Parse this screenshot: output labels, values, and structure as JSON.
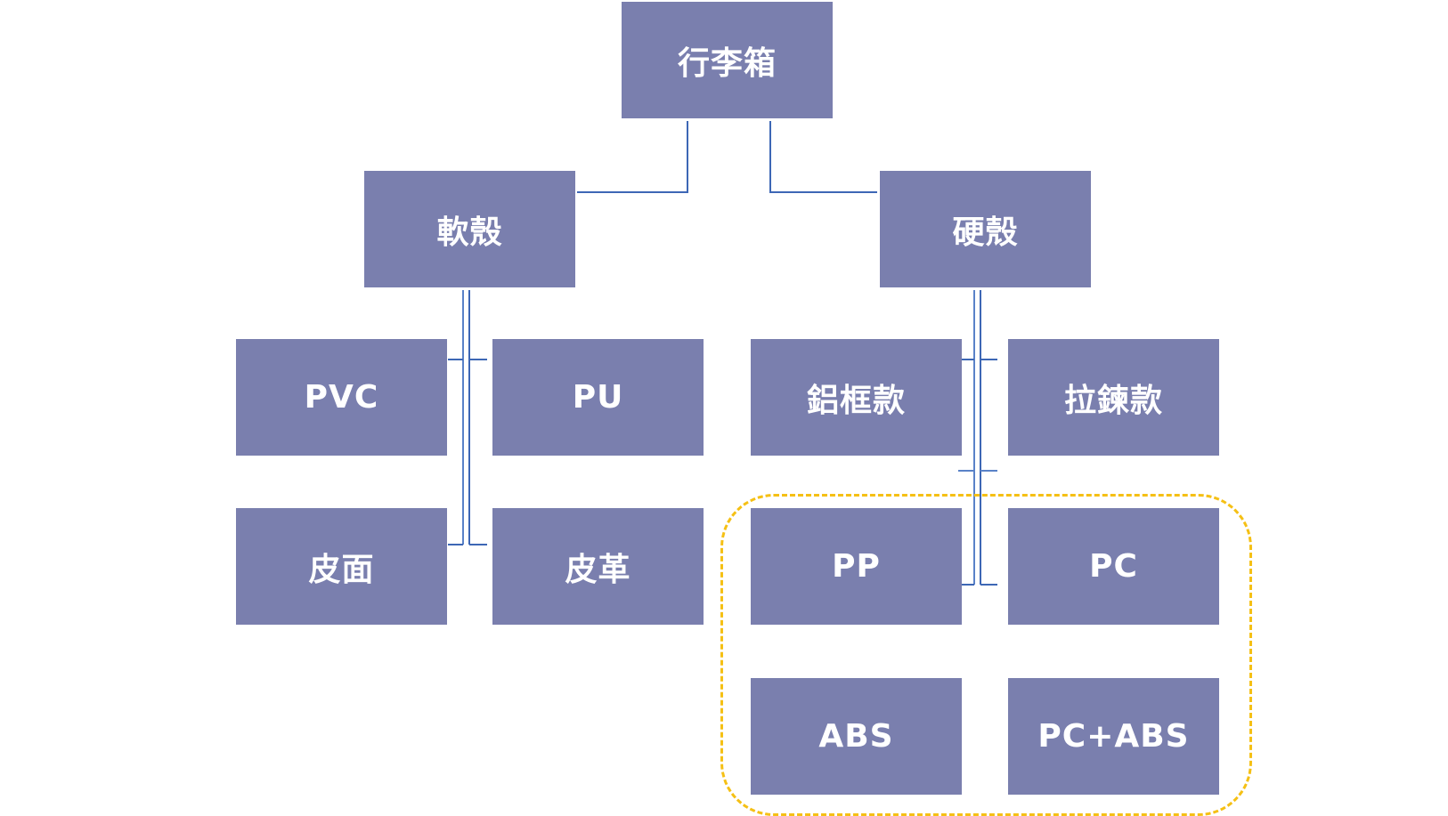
{
  "diagram": {
    "type": "hierarchy",
    "root": {
      "label": "行李箱"
    },
    "branches": [
      {
        "label": "軟殼",
        "children": [
          "PVC",
          "PU",
          "皮面",
          "皮革"
        ]
      },
      {
        "label": "硬殼",
        "children": [
          "鋁框款",
          "拉鍊款",
          "PP",
          "PC",
          "ABS",
          "PC+ABS"
        ]
      }
    ],
    "highlight_group": {
      "members": [
        "PP",
        "PC",
        "ABS",
        "PC+ABS"
      ],
      "style": "dashed-rounded"
    }
  },
  "nodes": {
    "root": "行李箱",
    "soft": "軟殼",
    "hard": "硬殼",
    "pvc": "PVC",
    "pu": "PU",
    "leather_face": "皮面",
    "leather": "皮革",
    "aluminum_frame": "鋁框款",
    "zipper": "拉鍊款",
    "pp": "PP",
    "pc": "PC",
    "abs": "ABS",
    "pc_abs": "PC+ABS"
  },
  "colors": {
    "node_fill": "#7a7fae",
    "node_text": "#ffffff",
    "connector": "#3d67b5",
    "highlight_border": "#f5c015"
  }
}
